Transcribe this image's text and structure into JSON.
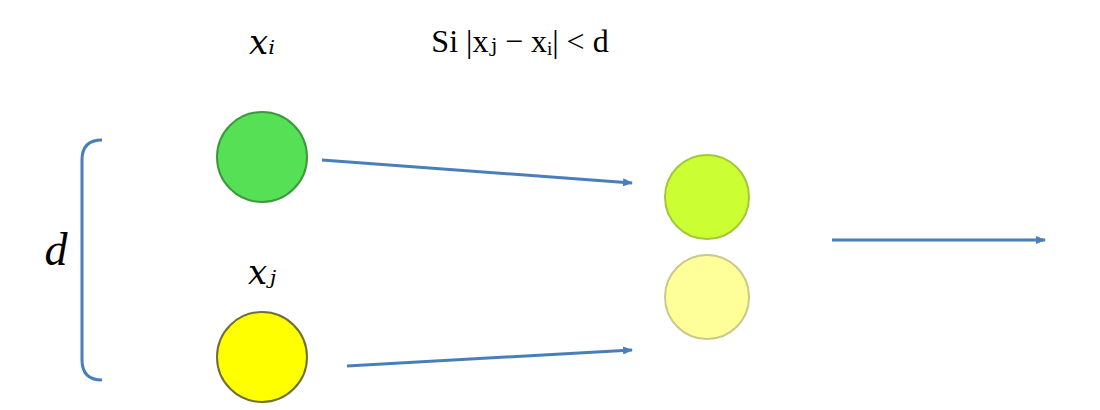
{
  "diagram": {
    "nodes": [
      {
        "text": [
          "xᵢ"
        ]
      },
      {
        "text": [
          "xⱼ"
        ]
      }
    ],
    "labels": [
      "Si |xⱼ − xᵢ| < d",
      "d"
    ]
  }
}
